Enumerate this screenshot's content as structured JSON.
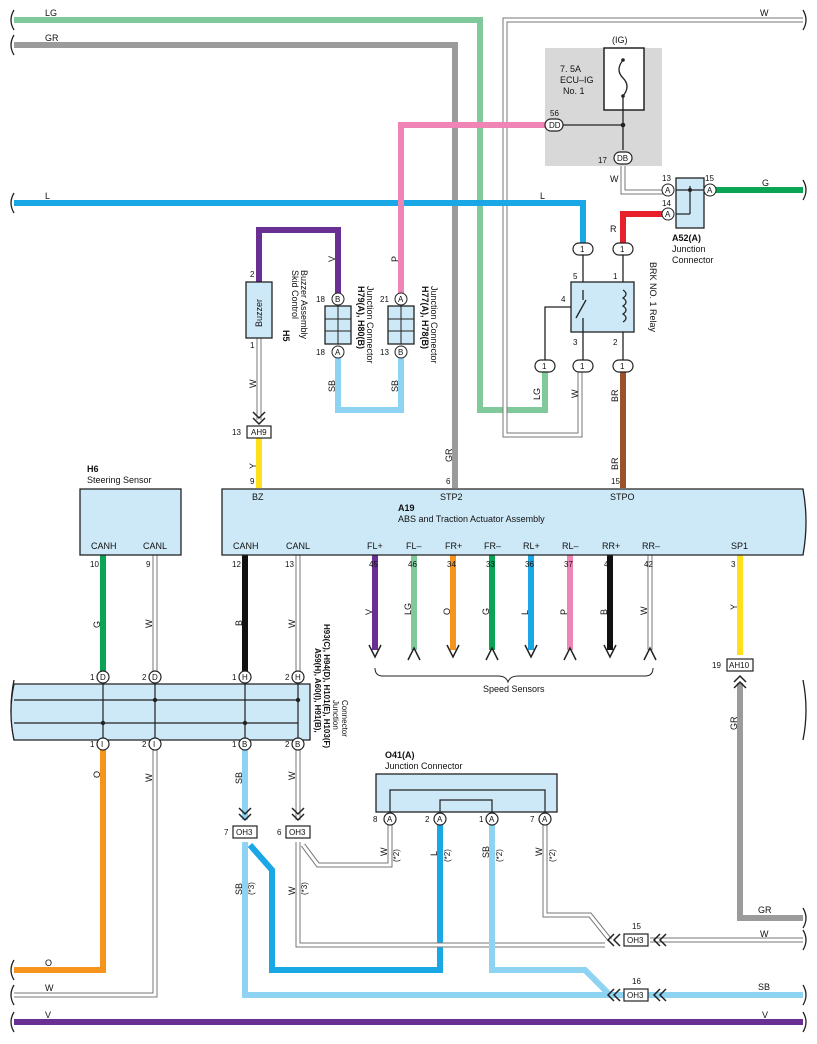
{
  "colors": {
    "LG": "#7fc99b",
    "GR": "#9b9b9b",
    "L": "#1aa7e6",
    "G": "#0aa455",
    "R": "#e8202a",
    "P": "#ee85b5",
    "V": "#6a2f92",
    "Y": "#ffe01a",
    "SB": "#8fd3f2",
    "BR": "#9a522c",
    "O": "#f7941d",
    "B": "#111111",
    "W_edge": "#777777",
    "W_fill": "#ffffff",
    "component_fill": "#cde9f7",
    "fuse_box_fill": "#d8d8d8"
  },
  "edge_labels": {
    "top_LG": "LG",
    "top_GR": "GR",
    "top_W": "W",
    "mid_L": "L",
    "mid_L2": "L",
    "right_G": "G",
    "bot_O": "O",
    "bot_W": "W",
    "bot_V_left": "V",
    "bot_V_right": "V",
    "right_GR": "GR",
    "right_W": "W",
    "right_SB": "SB"
  },
  "fuse": {
    "ig": "(IG)",
    "line1": "7. 5A",
    "line2": "ECU–IG",
    "line3": "No. 1",
    "pin56": "56",
    "dd": "DD",
    "pin17": "17",
    "db": "DB"
  },
  "a52": {
    "code": "A52(A)",
    "line1": "Junction",
    "line2": "Connector",
    "pin13": "13",
    "pin14": "14",
    "pin15": "15",
    "a": "A"
  },
  "relay": {
    "name": "BRK NO. 1 Relay",
    "pin5": "5",
    "pin1": "1",
    "pin4": "4",
    "pin3": "3",
    "pin2": "2",
    "one": "1"
  },
  "buzzer": {
    "label": "Buzzer",
    "code": "H5",
    "line1": "Skid Control",
    "line2": "Buzzer Assembly",
    "pin2": "2",
    "pin1": "1"
  },
  "h79": {
    "code": "H79(A), H80(B)",
    "line": "Junction Connector",
    "pin18": "18",
    "b": "B",
    "a": "A"
  },
  "h77": {
    "code": "H77(A), H78(B)",
    "line": "Junction Connector",
    "pin21": "21",
    "pin13": "13",
    "a": "A",
    "b": "B"
  },
  "ah9": {
    "label": "AH9",
    "pin": "13"
  },
  "wire_labels": {
    "V": "V",
    "P": "P",
    "W": "W",
    "SB": "SB",
    "Y": "Y",
    "GR": "GR",
    "LG": "LG",
    "BR": "BR",
    "R": "R",
    "G": "G",
    "B": "B",
    "O": "O",
    "L": "L",
    "star2": "(*2)",
    "star3": "(*3)"
  },
  "h6": {
    "code": "H6",
    "name": "Steering Sensor",
    "canh": "CANH",
    "canl": "CANL",
    "pin10": "10",
    "pin9": "9"
  },
  "a19": {
    "code": "A19",
    "name": "ABS and Traction Actuator Assembly",
    "bz": "BZ",
    "stp2": "STP2",
    "stpo": "STPO",
    "pin9": "9",
    "pin6": "6",
    "pin15": "15",
    "canh": "CANH",
    "canl": "CANL",
    "pin12": "12",
    "pin13": "13",
    "sp1": "SP1",
    "pin3": "3"
  },
  "sensors": [
    {
      "name": "FL+",
      "pin": "45",
      "wire": "V"
    },
    {
      "name": "FL–",
      "pin": "46",
      "wire": "LG"
    },
    {
      "name": "FR+",
      "pin": "34",
      "wire": "O"
    },
    {
      "name": "FR–",
      "pin": "33",
      "wire": "G"
    },
    {
      "name": "RL+",
      "pin": "36",
      "wire": "L"
    },
    {
      "name": "RL–",
      "pin": "37",
      "wire": "P"
    },
    {
      "name": "RR+",
      "pin": "43",
      "wire": "B"
    },
    {
      "name": "RR–",
      "pin": "42",
      "wire": "W"
    }
  ],
  "speed_sensors": "Speed Sensors",
  "ah10": {
    "label": "AH10",
    "pin": "19"
  },
  "jc": {
    "line1": "A59(H), A60(I), H91(B),",
    "line2": "H93(C), H94(D), H101(E), H103(F)",
    "line3": "Junction",
    "line4": "Connector",
    "d": "D",
    "h": "H",
    "i": "I",
    "b": "B",
    "one": "1",
    "two": "2"
  },
  "o41": {
    "code": "O41(A)",
    "name": "Junction Connector",
    "pin8": "8",
    "pin2": "2",
    "pin1": "1",
    "pin7": "7",
    "a": "A"
  },
  "oh3": {
    "label": "OH3",
    "pin7": "7",
    "pin6": "6",
    "pin15": "15",
    "pin16": "16"
  }
}
